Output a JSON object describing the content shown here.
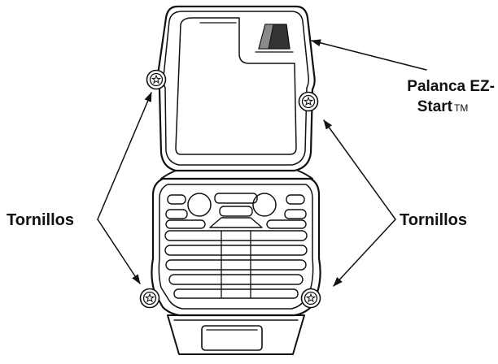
{
  "labels": {
    "lever_line1": "Palanca EZ-",
    "lever_line2": "Start",
    "lever_tm": "TM",
    "screws_left": "Tornillos",
    "screws_right": "Tornillos"
  }
}
